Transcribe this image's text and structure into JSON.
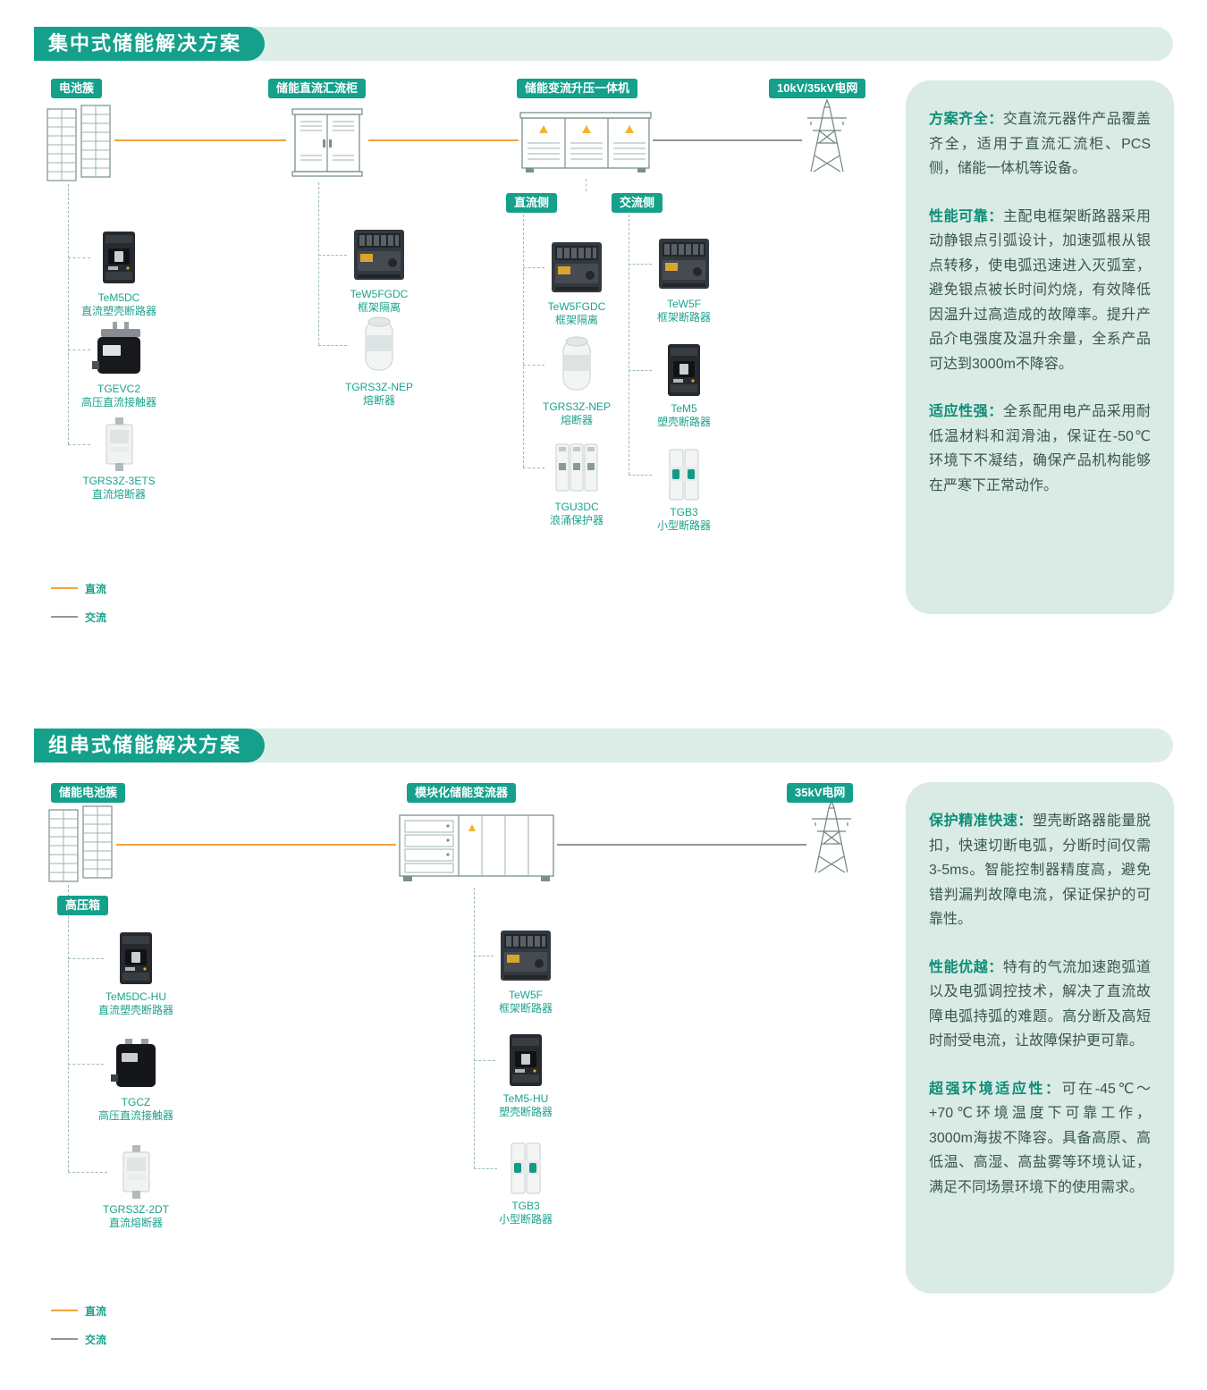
{
  "colors": {
    "teal": "#14a08b",
    "light_teal_panel": "#d9ebe4",
    "light_teal_band": "#ddeee8",
    "dc_line": "#f2a33c",
    "ac_line": "#8f9797",
    "product_text": "#1ba38d",
    "panel_lead_text": "#0d8d77",
    "panel_body_text": "#3a564f"
  },
  "icons": {
    "rack": "battery-rack-icon",
    "cabinet": "combiner-cabinet-icon",
    "pcs": "pcs-booster-machine-icon",
    "container": "modular-converter-icon",
    "tower": "transmission-tower-icon",
    "mccb": "molded-case-breaker-icon",
    "frame": "air-frame-breaker-icon",
    "evc": "hv-dc-contactor-icon",
    "cz": "hv-dc-contactor-icon",
    "blade": "dc-blade-fuse-icon",
    "cyl": "cylindrical-fuse-icon",
    "surge": "surge-protector-icon",
    "mini": "miniature-breaker-icon"
  },
  "s1": {
    "title": "集中式储能解决方案",
    "nodes": {
      "battery": "电池簇",
      "combiner": "储能直流汇流柜",
      "pcs": "储能变流升压一体机",
      "grid": "10kV/35kV电网"
    },
    "sides": {
      "dc": "直流侧",
      "ac": "交流侧"
    },
    "battery_products": [
      {
        "model": "TeM5DC",
        "desc": "直流塑壳断路器"
      },
      {
        "model": "TGEVC2",
        "desc": "高压直流接触器"
      },
      {
        "model": "TGRS3Z-3ETS",
        "desc": "直流熔断器"
      }
    ],
    "combiner_products": [
      {
        "model": "TeW5FGDC",
        "desc": "框架隔离"
      },
      {
        "model": "TGRS3Z-NEP",
        "desc": "熔断器"
      }
    ],
    "dcside_products": [
      {
        "model": "TeW5FGDC",
        "desc": "框架隔离"
      },
      {
        "model": "TGRS3Z-NEP",
        "desc": "熔断器"
      },
      {
        "model": "TGU3DC",
        "desc": "浪涌保护器"
      }
    ],
    "acside_products": [
      {
        "model": "TeW5F",
        "desc": "框架断路器"
      },
      {
        "model": "TeM5",
        "desc": "塑壳断路器"
      },
      {
        "model": "TGB3",
        "desc": "小型断路器"
      }
    ],
    "legend": {
      "dc": "直流",
      "ac": "交流"
    },
    "panel": [
      {
        "lead": "方案齐全：",
        "body": "交直流元器件产品覆盖齐全，适用于直流汇流柜、PCS侧，储能一体机等设备。"
      },
      {
        "lead": "性能可靠：",
        "body": "主配电框架断路器采用动静银点引弧设计，加速弧根从银点转移，使电弧迅速进入灭弧室，避免银点被长时间灼烧，有效降低因温升过高造成的故障率。提升产品介电强度及温升余量，全系产品可达到3000m不降容。"
      },
      {
        "lead": "适应性强：",
        "body": "全系配用电产品采用耐低温材料和润滑油，保证在-50℃环境下不凝结，确保产品机构能够在严寒下正常动作。"
      }
    ]
  },
  "s2": {
    "title": "组串式储能解决方案",
    "nodes": {
      "battery": "储能电池簇",
      "converter": "模块化储能变流器",
      "grid": "35kV电网"
    },
    "hvbox": "高压箱",
    "battery_products": [
      {
        "model": "TeM5DC-HU",
        "desc": "直流塑壳断路器"
      },
      {
        "model": "TGCZ",
        "desc": "高压直流接触器"
      },
      {
        "model": "TGRS3Z-2DT",
        "desc": "直流熔断器"
      }
    ],
    "converter_products": [
      {
        "model": "TeW5F",
        "desc": "框架断路器"
      },
      {
        "model": "TeM5-HU",
        "desc": "塑壳断路器"
      },
      {
        "model": "TGB3",
        "desc": "小型断路器"
      }
    ],
    "legend": {
      "dc": "直流",
      "ac": "交流"
    },
    "panel": [
      {
        "lead": "保护精准快速：",
        "body": "塑壳断路器能量脱扣，快速切断电弧，分断时间仅需3-5ms。智能控制器精度高，避免错判漏判故障电流，保证保护的可靠性。"
      },
      {
        "lead": "性能优越：",
        "body": "特有的气流加速跑弧道以及电弧调控技术，解决了直流故障电弧持弧的难题。高分断及高短时耐受电流，让故障保护更可靠。"
      },
      {
        "lead": "超强环境适应性：",
        "body": "可在-45℃～+70℃环境温度下可靠工作，3000m海拔不降容。具备高原、高低温、高湿、高盐雾等环境认证，满足不同场景环境下的使用需求。"
      }
    ]
  }
}
